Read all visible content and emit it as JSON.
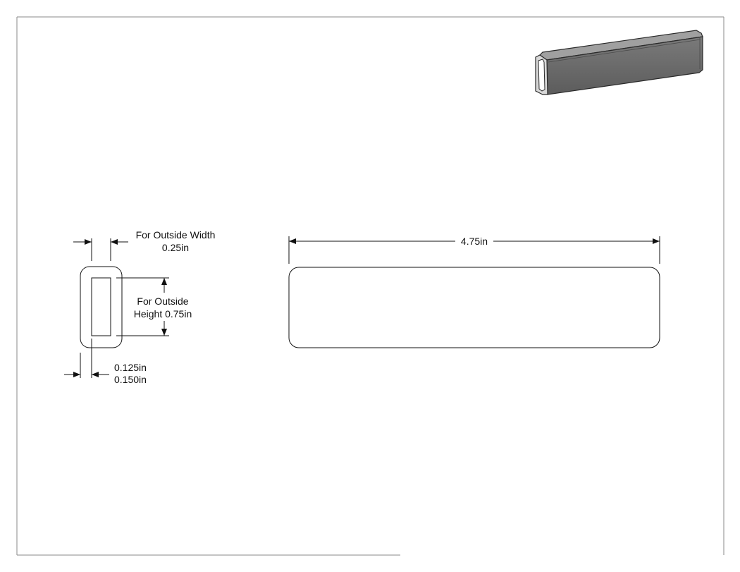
{
  "colors": {
    "line": "#111111",
    "frame": "#8a8a8a",
    "part_body": "#6e6e6e",
    "part_top": "#9a9a9a",
    "part_edge": "#2a2a2a"
  },
  "icons": {
    "arrowhead": "arrowhead-icon",
    "isometric_part": "rectangular-tube-plug-icon"
  },
  "side_view": {
    "width_label_1": "For Outside Width",
    "width_label_2": "0.25in",
    "height_label_1": "For Outside",
    "height_label_2": "Height 0.75in",
    "wall_label_1": "0.125in",
    "wall_label_2": "0.150in"
  },
  "front_view": {
    "length_label": "4.75in"
  }
}
